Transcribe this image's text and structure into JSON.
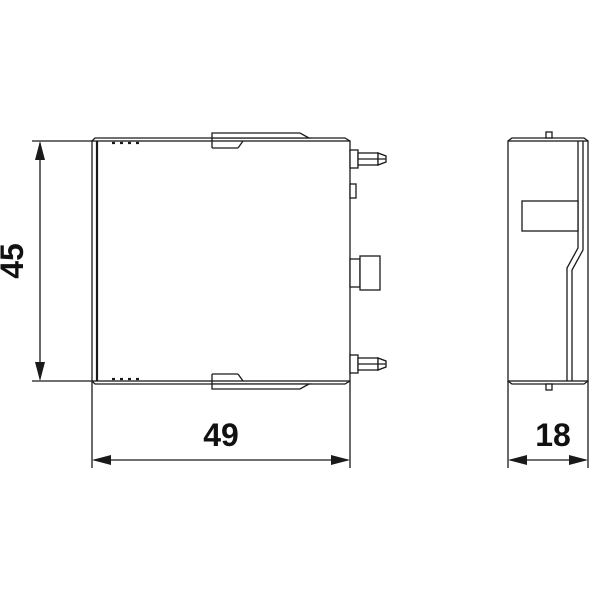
{
  "drawing": {
    "dimensions": {
      "height_label": "45",
      "width_label": "49",
      "depth_label": "18"
    },
    "colors": {
      "line": "#1a1a1a",
      "background": "#ffffff"
    }
  }
}
